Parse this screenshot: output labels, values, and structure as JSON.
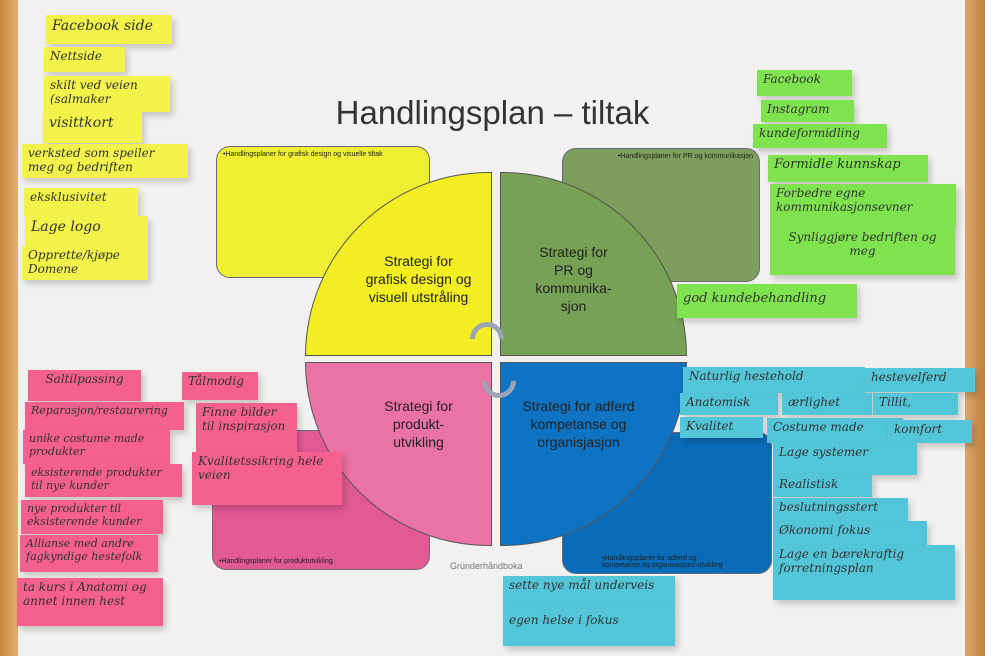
{
  "title": "Handlingsplan – tiltak",
  "credit": "Gründerhåndboka",
  "colors": {
    "yellow": "#f3f24a",
    "green": "#7ee34f",
    "pink": "#f5608f",
    "blue": "#52c6d8"
  },
  "boxes": {
    "grafisk": "•Handlingsplaner for grafisk design og visuelle tiltak",
    "pr": "•Handlingsplaner for PR og kommunikasjon",
    "produkt": "•Handlingsplaner for produktutvikling",
    "adferd": "•Handlingsplaner for adferd og kompetanse og organisasjons-utvikling"
  },
  "quadrants": {
    "grafisk": "Strategi for grafisk design og visuell utstråling",
    "pr": "Strategi for PR og kommunika-sjon",
    "produkt": "Strategi for produkt-utvikling",
    "adferd": "Strategi for adferd kompetanse og organisjasjon"
  },
  "notes": {
    "yellow": [
      "Facebook side",
      "Nettside",
      "skilt ved veien (salmaker",
      "visittkort",
      "verksted som speiler meg og bedriften",
      "eksklusivitet",
      "Lage logo",
      "Opprette/kjøpe Domene"
    ],
    "green": [
      "Facebook",
      "Instagram",
      "kundeformidling",
      "Formidle kunnskap",
      "Forbedre egne kommunikasjonsevner",
      "Synliggjøre bedriften og meg",
      "god kundebehandling"
    ],
    "pink": [
      "Saltilpassing",
      "Reparasjon/restaurering",
      "unike costume made produkter",
      "eksisterende produkter til nye kunder",
      "nye produkter til eksisterende kunder",
      "Allianse med andre fagkyndige hestefolk",
      "ta kurs i Anatomi og annet innen hest",
      "Tålmodig",
      "Finne bilder til inspirasjon",
      "Kvalitetssikring hele veien"
    ],
    "blue": [
      "Naturlig hestehold",
      "hestevelferd",
      "Anatomisk",
      "ærlighet",
      "Tillit,",
      "Kvalitet",
      "Costume made",
      "komfort",
      "Lage systemer",
      "Realistisk",
      "beslutningsstert",
      "Økonomi fokus",
      "Lage en bærekraftig forretningsplan",
      "sette nye mål underveis",
      "egen helse i fokus"
    ]
  }
}
